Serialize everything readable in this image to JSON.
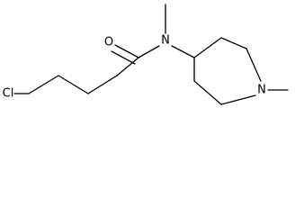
{
  "molecule": {
    "atoms": {
      "chlorine": "Cl",
      "oxygen": "O",
      "amide_nitrogen": "N",
      "ring_nitrogen": "N"
    }
  },
  "colors": {
    "bond": "#000000",
    "label": "#000000",
    "background": "#ffffff"
  }
}
